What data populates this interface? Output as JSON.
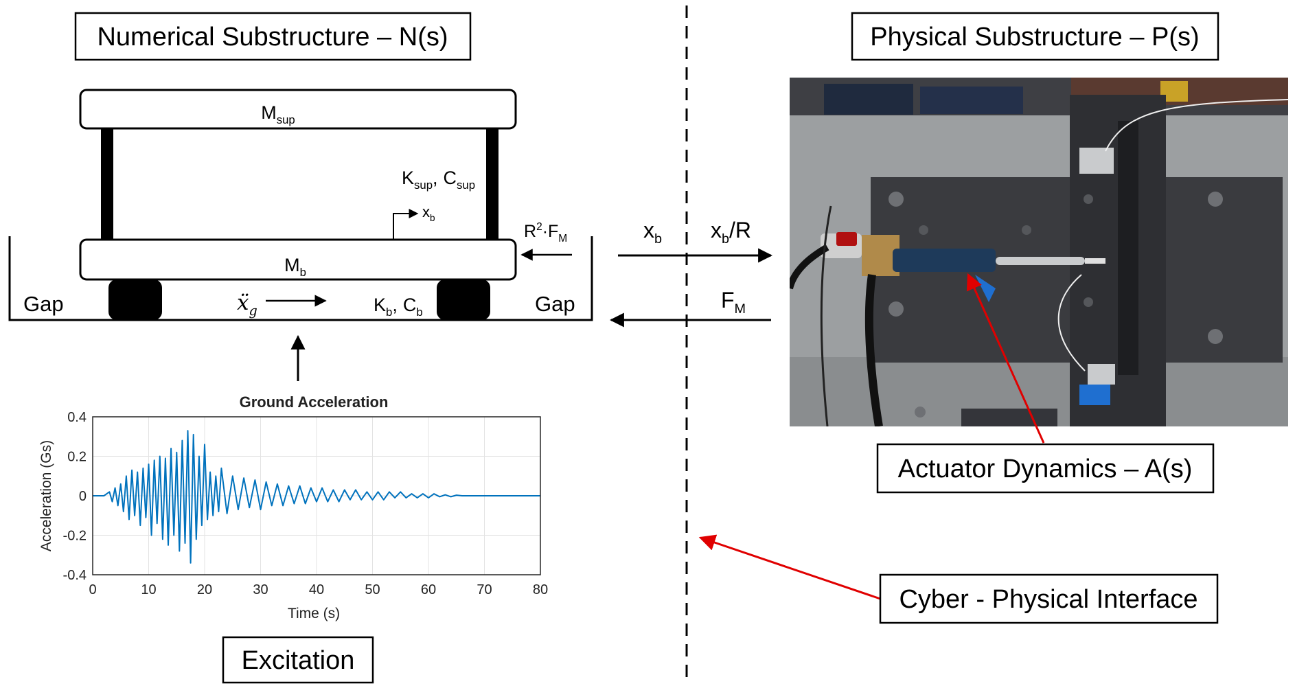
{
  "labels": {
    "numerical_title": "Numerical Substructure – N(s)",
    "physical_title": "Physical Substructure – P(s)",
    "actuator_title": "Actuator Dynamics – A(s)",
    "interface_title": "Cyber - Physical Interface",
    "excitation_title": "Excitation",
    "m_sup": "M",
    "m_sup_sub": "sup",
    "k_sup": "K",
    "k_sup_sub": "sup",
    "c_sup": "C",
    "c_sup_sub": "sup",
    "comma": ",",
    "xb_small": "x",
    "xb_small_sub": "b",
    "rf_R": "R",
    "rf_sq": "2",
    "rf_dot": "·F",
    "rf_sub": "M",
    "m_b": "M",
    "m_b_sub": "b",
    "gap_left": "Gap",
    "gap_right": "Gap",
    "xg": "ẍ",
    "xg_sub": "g",
    "k_b": "K",
    "k_b_sub": "b",
    "c_b": "C",
    "c_b_sub": "b",
    "arrow_xb": "x",
    "arrow_xb_sub": "b",
    "arrow_xbR": "x",
    "arrow_xbR_sub": "b",
    "arrow_xbR_tail": "/R",
    "arrow_fm": "F",
    "arrow_fm_sub": "M"
  },
  "chart_data": {
    "type": "line",
    "title": "Ground Acceleration",
    "xlabel": "Time (s)",
    "ylabel": "Acceleration (Gs)",
    "xlim": [
      0,
      80
    ],
    "ylim": [
      -0.4,
      0.4
    ],
    "xticks": [
      0,
      10,
      20,
      30,
      40,
      50,
      60,
      70,
      80
    ],
    "yticks": [
      0.4,
      0.2,
      0,
      -0.2,
      -0.4
    ],
    "grid": true,
    "series": [
      {
        "color": "#0072BD",
        "x": [
          0,
          2,
          3,
          3.5,
          4,
          4.5,
          5,
          5.5,
          6,
          6.5,
          7,
          7.5,
          8,
          8.5,
          9,
          9.5,
          10,
          10.5,
          11,
          11.5,
          12,
          12.5,
          13,
          13.5,
          14,
          14.5,
          15,
          15.5,
          16,
          16.5,
          17,
          17.5,
          18,
          18.5,
          19,
          19.5,
          20,
          20.5,
          21,
          21.5,
          22,
          22.5,
          23,
          24,
          25,
          26,
          27,
          28,
          29,
          30,
          31,
          32,
          33,
          34,
          35,
          36,
          37,
          38,
          39,
          40,
          41,
          42,
          43,
          44,
          45,
          46,
          47,
          48,
          49,
          50,
          51,
          52,
          53,
          54,
          55,
          56,
          57,
          58,
          59,
          60,
          61,
          62,
          63,
          64,
          65,
          66,
          67,
          70,
          75,
          80
        ],
        "y": [
          0,
          0,
          0.02,
          -0.03,
          0.04,
          -0.05,
          0.06,
          -0.08,
          0.1,
          -0.12,
          0.13,
          -0.1,
          0.12,
          -0.15,
          0.14,
          -0.11,
          0.16,
          -0.2,
          0.18,
          -0.14,
          0.2,
          -0.22,
          0.19,
          -0.25,
          0.24,
          -0.2,
          0.22,
          -0.28,
          0.28,
          -0.24,
          0.33,
          -0.34,
          0.31,
          -0.22,
          0.2,
          -0.15,
          0.26,
          -0.12,
          0.12,
          -0.1,
          0.1,
          -0.08,
          0.14,
          -0.09,
          0.1,
          -0.07,
          0.09,
          -0.06,
          0.08,
          -0.07,
          0.07,
          -0.05,
          0.06,
          -0.05,
          0.05,
          -0.04,
          0.05,
          -0.04,
          0.04,
          -0.03,
          0.04,
          -0.03,
          0.03,
          -0.03,
          0.03,
          -0.02,
          0.03,
          -0.02,
          0.02,
          -0.02,
          0.02,
          -0.02,
          0.02,
          -0.01,
          0.02,
          -0.01,
          0.01,
          -0.01,
          0.01,
          -0.01,
          0.01,
          -0.005,
          0.005,
          -0.005,
          0.003,
          0,
          0,
          0,
          0,
          0
        ]
      }
    ]
  }
}
